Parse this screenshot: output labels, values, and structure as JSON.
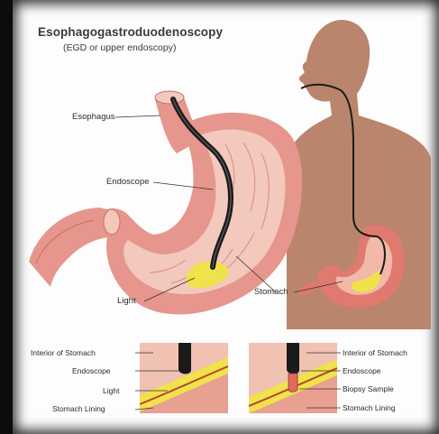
{
  "title": "Esophagogastroduodenoscopy",
  "subtitle": "(EGD or upper endoscopy)",
  "labels": {
    "esophagus": "Esophagus",
    "endoscope": "Endoscope",
    "light": "Light",
    "stomach": "Stomach"
  },
  "inset_left": {
    "interior": "Interior of Stomach",
    "endoscope": "Endoscope",
    "light": "Light",
    "lining": "Stomach Lining"
  },
  "inset_right": {
    "interior": "Interior of Stomach",
    "endoscope": "Endoscope",
    "biopsy": "Biopsy Sample",
    "lining": "Stomach Lining"
  },
  "colors": {
    "stomach_outer": "#e6968c",
    "stomach_inner": "#f3c8bd",
    "body": "#b9856c",
    "light": "#f0e24a",
    "scope": "#1a1a1a"
  }
}
